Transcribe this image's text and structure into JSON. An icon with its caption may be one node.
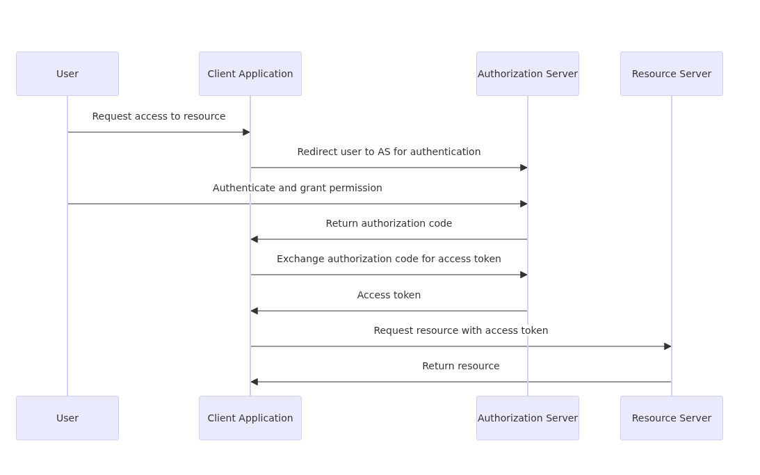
{
  "diagram": {
    "nodes": [
      {
        "text": [
          "User"
        ]
      },
      {
        "text": [
          "Client Application"
        ]
      },
      {
        "text": [
          "Authorization Server"
        ]
      },
      {
        "text": [
          "Resource Server"
        ]
      },
      {
        "text": [],
        "shape": "bar"
      },
      {
        "text": [],
        "shape": "bar"
      },
      {
        "text": [],
        "shape": "bar"
      },
      {
        "text": [],
        "shape": "bar"
      },
      {
        "text": [
          "User"
        ]
      },
      {
        "text": [
          "Client Application"
        ]
      },
      {
        "text": [
          "Authorization Server"
        ]
      },
      {
        "text": [
          "Resource Server"
        ]
      }
    ],
    "edges": [
      {
        "from": 4,
        "to": 5,
        "arrow": "to",
        "label": "Request access to resource"
      },
      {
        "from": 5,
        "to": 6,
        "arrow": "to",
        "label": "Redirect user to AS for authentication"
      },
      {
        "from": 4,
        "to": 6,
        "arrow": "to",
        "label": "Authenticate and grant permission"
      },
      {
        "from": 6,
        "to": 5,
        "arrow": "to",
        "label": "Return authorization code"
      },
      {
        "from": 5,
        "to": 6,
        "arrow": "to",
        "label": "Exchange authorization code for access token"
      },
      {
        "from": 6,
        "to": 5,
        "arrow": "to",
        "label": "Access token"
      },
      {
        "from": 5,
        "to": 7,
        "arrow": "to",
        "label": "Request resource with access token"
      },
      {
        "from": 7,
        "to": 5,
        "arrow": "to",
        "label": "Return resource"
      }
    ]
  }
}
